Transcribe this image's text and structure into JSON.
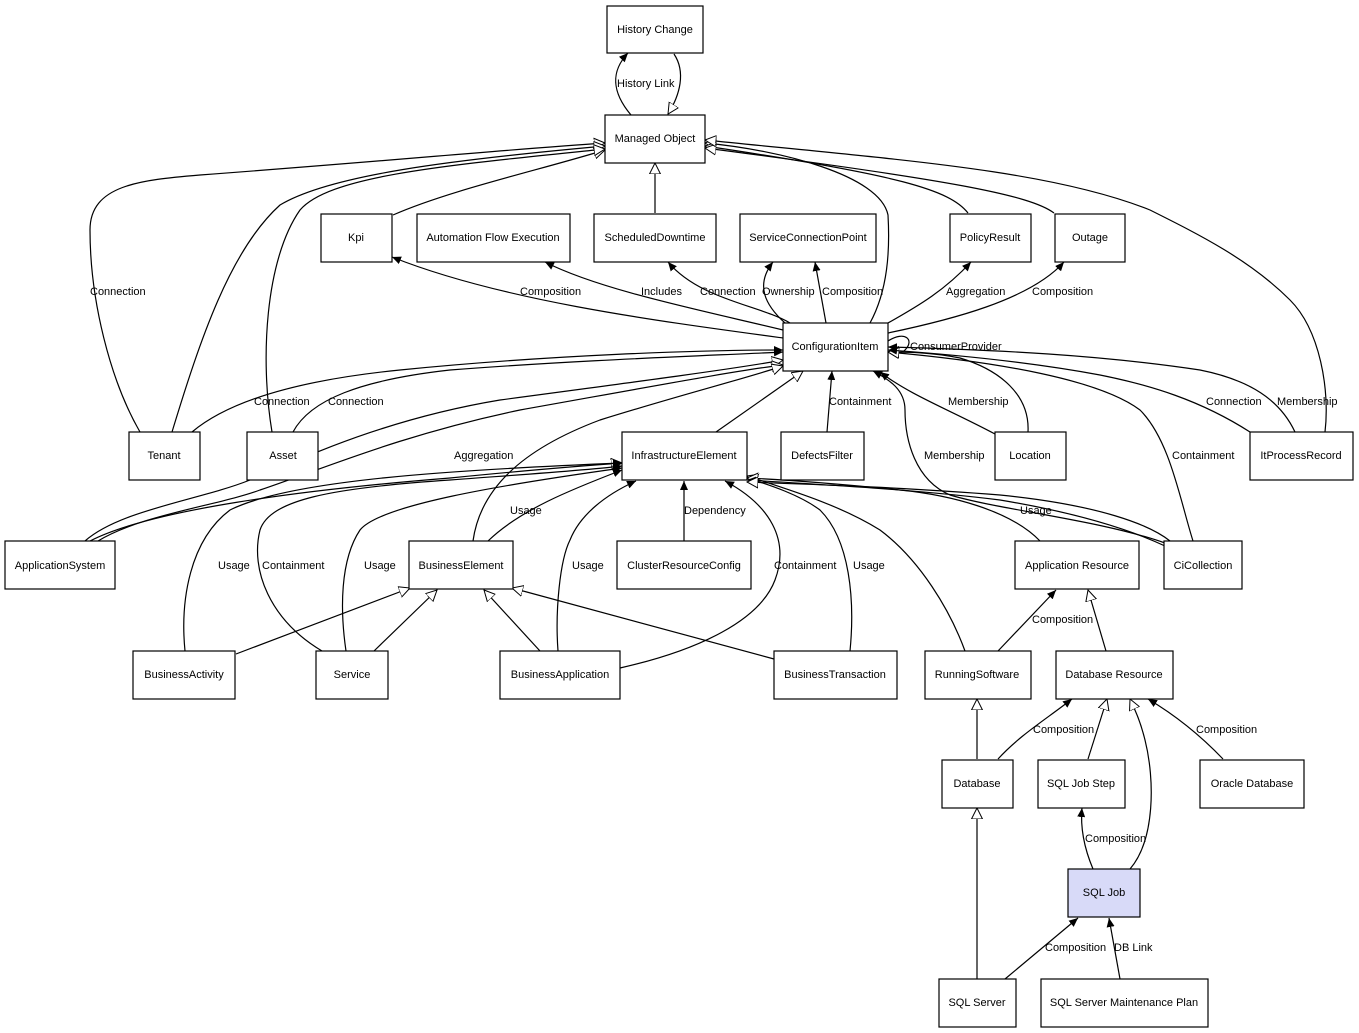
{
  "nodes": {
    "history_change": "History Change",
    "managed_object": "Managed Object",
    "kpi": "Kpi",
    "automation_flow_execution": "Automation Flow Execution",
    "scheduled_downtime": "ScheduledDowntime",
    "service_connection_point": "ServiceConnectionPoint",
    "policy_result": "PolicyResult",
    "outage": "Outage",
    "configuration_item": "ConfigurationItem",
    "tenant": "Tenant",
    "asset": "Asset",
    "infrastructure_element": "InfrastructureElement",
    "defects_filter": "DefectsFilter",
    "location": "Location",
    "it_process_record": "ItProcessRecord",
    "application_system": "ApplicationSystem",
    "business_element": "BusinessElement",
    "cluster_resource_config": "ClusterResourceConfig",
    "application_resource": "Application Resource",
    "ci_collection": "CiCollection",
    "business_activity": "BusinessActivity",
    "service": "Service",
    "business_application": "BusinessApplication",
    "business_transaction": "BusinessTransaction",
    "running_software": "RunningSoftware",
    "database_resource": "Database Resource",
    "database": "Database",
    "sql_job_step": "SQL Job Step",
    "oracle_database": "Oracle Database",
    "sql_job": "SQL Job",
    "sql_server": "SQL Server",
    "sql_server_maintenance_plan": "SQL Server Maintenance Plan"
  },
  "edge_labels": {
    "history_link": "History Link",
    "tenant_connection_mo": "Connection",
    "kpi_composition": "Composition",
    "afe_includes": "Includes",
    "sd_connection": "Connection",
    "scp_ownership": "Ownership",
    "scp_composition": "Composition",
    "pr_aggregation": "Aggregation",
    "outage_composition": "Composition",
    "consumer_provider": "ConsumerProvider",
    "tenant_connection_ci": "Connection",
    "asset_connection_ci": "Connection",
    "defects_containment": "Containment",
    "location_membership": "Membership",
    "cicoll_membership": "Membership",
    "itpr_connection": "Connection",
    "itpr_membership": "Membership",
    "cicoll_containment": "Containment",
    "appsys_aggregation": "Aggregation",
    "be_usage": "Usage",
    "crc_dependency": "Dependency",
    "cicoll_usage": "Usage",
    "ba_usage": "Usage",
    "service_containment": "Containment",
    "service_usage": "Usage",
    "bapp_usage": "Usage",
    "bapp_containment": "Containment",
    "bt_usage": "Usage",
    "rs_composition": "Composition",
    "db_composition": "Composition",
    "oracle_composition": "Composition",
    "sjs_composition": "Composition",
    "sqlserver_composition": "Composition",
    "dblink": "DB Link"
  },
  "colors": {
    "highlight_fill": "#d8daf8",
    "line": "#000000"
  }
}
